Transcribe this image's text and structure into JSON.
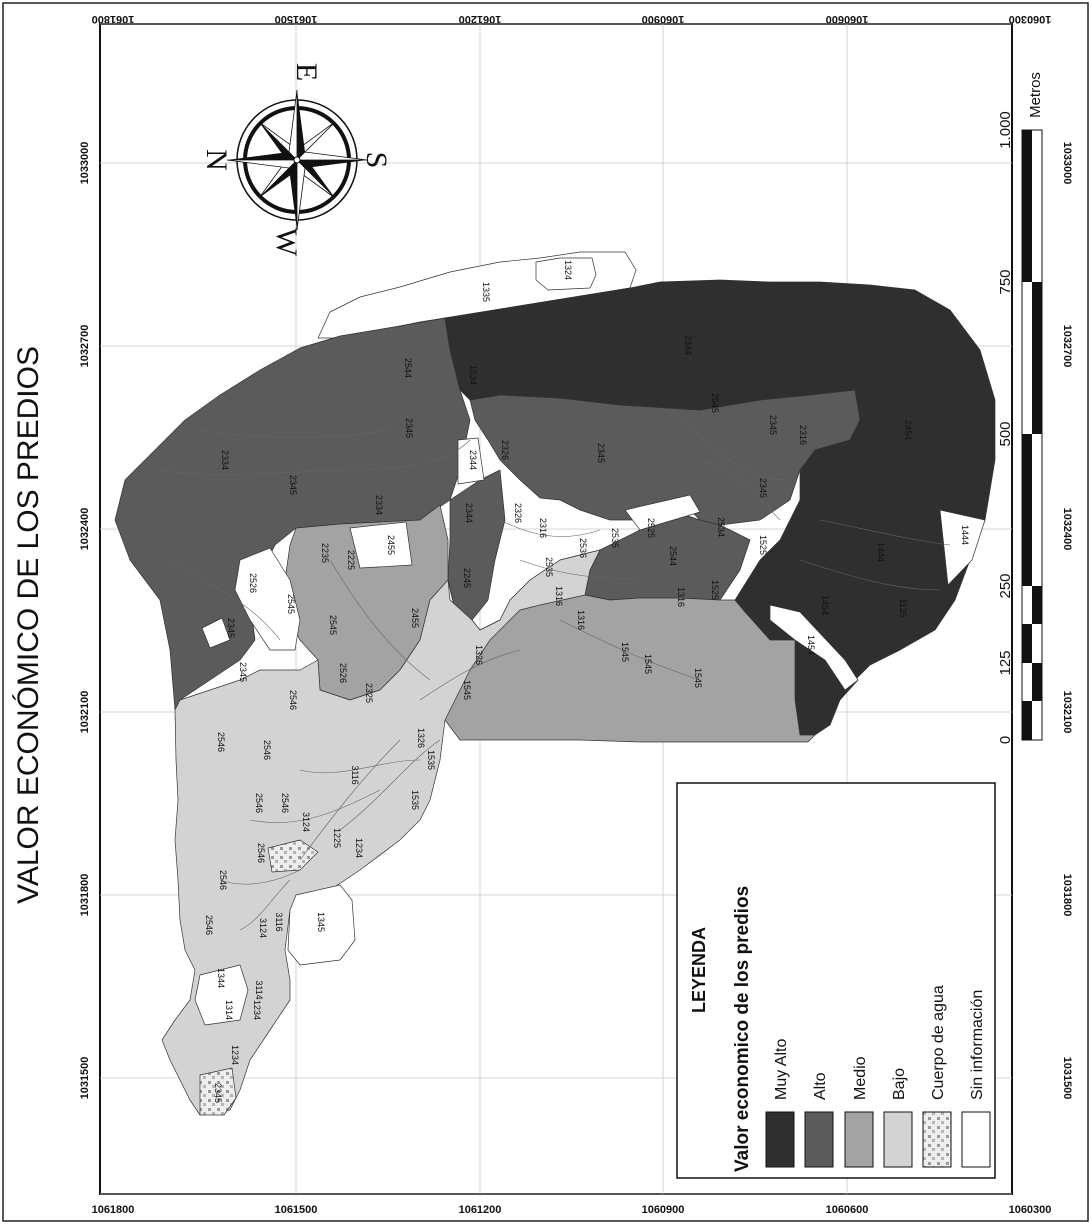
{
  "title": "VALOR ECONÓMICO DE LOS PREDIOS",
  "coords": {
    "x_labels": [
      "1061800",
      "1061500",
      "1061200",
      "1060900",
      "1060600",
      "1060300"
    ],
    "y_labels": [
      "1031500",
      "1031800",
      "1032100",
      "1032400",
      "1032700",
      "1033000"
    ]
  },
  "compass": {
    "n": "N",
    "e": "E",
    "s": "S",
    "w": "W"
  },
  "legend": {
    "heading": "LEYENDA",
    "subtitle": "Valor economico de los predios",
    "items": [
      {
        "label": "Muy Alto",
        "color": "#2f2f2f"
      },
      {
        "label": "Alto",
        "color": "#5b5b5b"
      },
      {
        "label": "Medio",
        "color": "#a3a3a3"
      },
      {
        "label": "Bajo",
        "color": "#d3d3d3"
      },
      {
        "label": "Cuerpo de agua",
        "color": "#cfcfcf"
      },
      {
        "label": "Sin información",
        "color": "#ffffff"
      }
    ]
  },
  "scale": {
    "unit": "Metros",
    "ticks": [
      "0",
      "125",
      "250",
      "500",
      "750",
      "1.000"
    ]
  },
  "parcel_labels": [
    "2344",
    "2454",
    "2345",
    "2316",
    "2345",
    "1444",
    "1135",
    "1454",
    "1454",
    "1444",
    "1525",
    "1525",
    "2534",
    "2544",
    "2525",
    "1316",
    "2545",
    "1545",
    "1545",
    "1545",
    "2535",
    "2536",
    "2316",
    "2326",
    "2326",
    "2345",
    "2344",
    "2344",
    "2245",
    "2535",
    "1316",
    "1316",
    "1326",
    "1545",
    "2544",
    "2334",
    "2345",
    "2334",
    "2455",
    "2455",
    "2225",
    "2235",
    "2545",
    "2526",
    "2325",
    "2345",
    "2546",
    "2526",
    "2545",
    "2546",
    "2546",
    "2546",
    "2546",
    "3124",
    "3116",
    "1326",
    "1535",
    "1535",
    "1225",
    "1234",
    "2546",
    "2546",
    "2546",
    "3124",
    "3116",
    "1345",
    "1344",
    "1314",
    "3114",
    "1234",
    "1234",
    "2345",
    "1335",
    "1324",
    "1534",
    "2345",
    "2345"
  ]
}
